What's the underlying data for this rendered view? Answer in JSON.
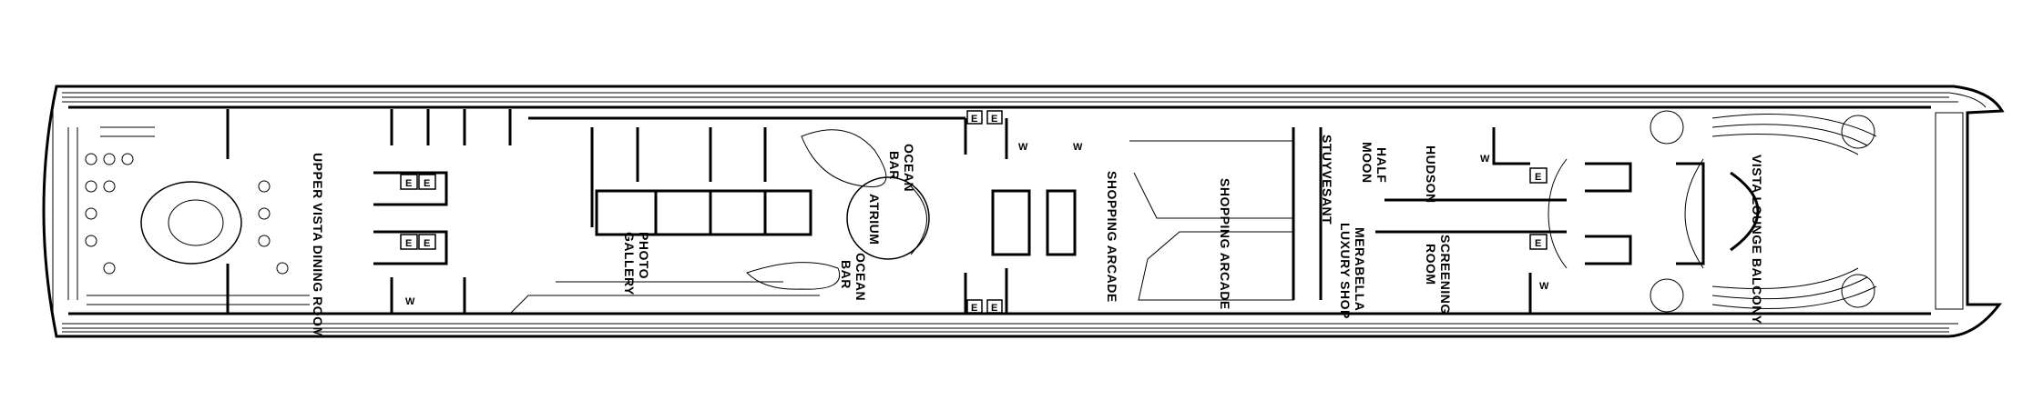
{
  "deck_plan": {
    "rooms": [
      {
        "id": "upper-vista-dining-room",
        "lines": [
          "UPPER VISTA DINING ROOM"
        ]
      },
      {
        "id": "photo-gallery",
        "lines": [
          "PHOTO",
          "GALLERY"
        ]
      },
      {
        "id": "ocean-bar-top",
        "lines": [
          "OCEAN",
          "BAR"
        ]
      },
      {
        "id": "atrium",
        "lines": [
          "ATRIUM"
        ]
      },
      {
        "id": "ocean-bar-bottom",
        "lines": [
          "OCEAN",
          "BAR"
        ]
      },
      {
        "id": "shopping-arcade-1",
        "lines": [
          "SHOPPING ARCADE"
        ]
      },
      {
        "id": "shopping-arcade-2",
        "lines": [
          "SHOPPING ARCADE"
        ]
      },
      {
        "id": "stuyvesant",
        "lines": [
          "STUYVESANT"
        ]
      },
      {
        "id": "half-moon",
        "lines": [
          "HALF",
          "MOON"
        ]
      },
      {
        "id": "hudson",
        "lines": [
          "HUDSON"
        ]
      },
      {
        "id": "merabella-luxury-shop",
        "lines": [
          "MERABELLA",
          "LUXURY SHOP"
        ]
      },
      {
        "id": "screening-room",
        "lines": [
          "SCREENING",
          "ROOM"
        ]
      },
      {
        "id": "vista-lounge-balcony",
        "lines": [
          "VISTA LOUNGE BALCONY"
        ]
      }
    ],
    "markers": {
      "elevator": "E",
      "washroom": "W"
    }
  }
}
